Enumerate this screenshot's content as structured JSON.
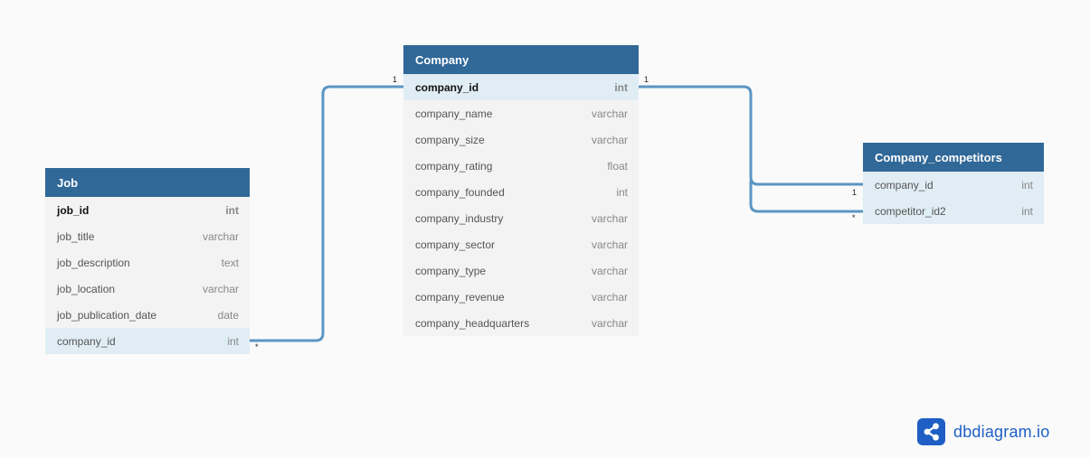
{
  "tables": {
    "job": {
      "name": "Job",
      "fields": [
        {
          "name": "job_id",
          "type": "int"
        },
        {
          "name": "job_title",
          "type": "varchar"
        },
        {
          "name": "job_description",
          "type": "text"
        },
        {
          "name": "job_location",
          "type": "varchar"
        },
        {
          "name": "job_publication_date",
          "type": "date"
        },
        {
          "name": "company_id",
          "type": "int"
        }
      ]
    },
    "company": {
      "name": "Company",
      "fields": [
        {
          "name": "company_id",
          "type": "int"
        },
        {
          "name": "company_name",
          "type": "varchar"
        },
        {
          "name": "company_size",
          "type": "varchar"
        },
        {
          "name": "company_rating",
          "type": "float"
        },
        {
          "name": "company_founded",
          "type": "int"
        },
        {
          "name": "company_industry",
          "type": "varchar"
        },
        {
          "name": "company_sector",
          "type": "varchar"
        },
        {
          "name": "company_type",
          "type": "varchar"
        },
        {
          "name": "company_revenue",
          "type": "varchar"
        },
        {
          "name": "company_headquarters",
          "type": "varchar"
        }
      ]
    },
    "competitors": {
      "name": "Company_competitors",
      "fields": [
        {
          "name": "company_id",
          "type": "int"
        },
        {
          "name": "competitor_id2",
          "type": "int"
        }
      ]
    }
  },
  "relationships": {
    "job_company": {
      "from_card": "*",
      "to_card": "1"
    },
    "company_competitor_id": {
      "from_card": "1",
      "to_card": "1"
    },
    "company_competitor_id2": {
      "to_card": "*"
    }
  },
  "colors": {
    "header": "#306898",
    "line": "#5b96c4",
    "highlight": "#e0edf4",
    "brand": "#1f5fc5"
  },
  "logo": {
    "text": "dbdiagram.io",
    "icon": "share-nodes-icon"
  }
}
